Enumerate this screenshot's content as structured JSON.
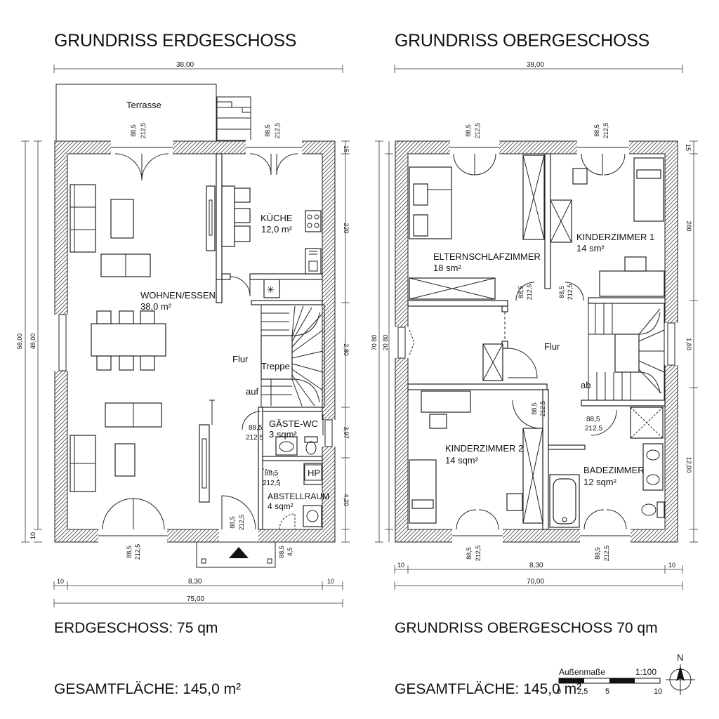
{
  "left_plan": {
    "title": "GRUNDRISS ERDGESCHOSS",
    "dims": {
      "top": "38,00",
      "bottom_inner": "8,30",
      "bottom_left_end": "10",
      "bottom_right_end": "10",
      "bottom_total": "75,00",
      "left_outer": "58,00",
      "left_inner": "48,00",
      "left_bottom": "10",
      "right_top": "15",
      "right_1": "220",
      "right_2": "2,80",
      "right_3": "3,97",
      "right_4": "4,20"
    },
    "openings": {
      "o1a": "88,5",
      "o1b": "212,5",
      "o2a": "88,5",
      "o2b": "212,5",
      "o3a": "88,5",
      "o3b": "212,5",
      "o4a": "88,5",
      "o4b": "212,5",
      "o5a": "88,5",
      "o5b": "212,5",
      "o6a": "88,5",
      "o6b": "212,5",
      "o7a": "88,5",
      "o7b": "4,5"
    },
    "rooms": {
      "terrasse": "Terrasse",
      "kueche": "KÜCHE",
      "kueche_area": "12,0 m²",
      "wohnen": "WOHNEN/ESSEN",
      "wohnen_area": "38,0 m²",
      "flur": "Flur",
      "treppe": "Treppe",
      "auf": "auf",
      "gaeste": "GÄSTE-WC",
      "gaeste_area": "3 sqm²",
      "hp": "HP",
      "abstell": "ABSTELLRAUM",
      "abstell_area": "4 sqm²"
    },
    "footer_area": "ERDGESCHOSS: 75 qm",
    "footer_total": "GESAMTFLÄCHE: 145,0 m²"
  },
  "right_plan": {
    "title": "GRUNDRISS OBERGESCHOSS",
    "dims": {
      "top": "38,00",
      "bottom_inner": "8,30",
      "bottom_left_end": "10",
      "bottom_right_end": "10",
      "bottom_total": "70,00",
      "left_outer": "70 80",
      "left_inner": "20 80",
      "right_top": "15",
      "right_1": "280",
      "right_2": "1,80",
      "right_3": "12,00"
    },
    "openings": {
      "o1a": "88,5",
      "o1b": "212,5",
      "o2a": "88,5",
      "o2b": "212,5",
      "o3a": "88,5",
      "o3b": "212,5",
      "o4a": "88,5",
      "o4b": "212,5",
      "o5a": "88,5",
      "o5b": "212,5",
      "o6a": "88,5",
      "o6b": "212,5",
      "o7a": "88,5",
      "o7b": "212,5",
      "o8a": "88,5",
      "o8b": "212,5"
    },
    "rooms": {
      "eltern": "ELTERNSCHLAFZIMMER",
      "eltern_area": "18 sm²",
      "kinder1": "KINDERZIMMER 1",
      "kinder1_area": "14 sm²",
      "flur": "Flur",
      "ab": "ab",
      "kinder2": "KINDERZIMMER 2",
      "kinder2_area": "14 sqm²",
      "bad": "BADEZIMMER",
      "bad_area": "12 sqm²"
    },
    "footer_area": "GRUNDRISS OBERGESCHOSS 70 qm",
    "footer_total": "GESAMTFLÄCHE: 145,0 m²"
  },
  "legend": {
    "label": "Außenmaße",
    "scale": "1:100",
    "ticks": [
      "0",
      "2,5",
      "5",
      "10"
    ],
    "north": "N"
  }
}
